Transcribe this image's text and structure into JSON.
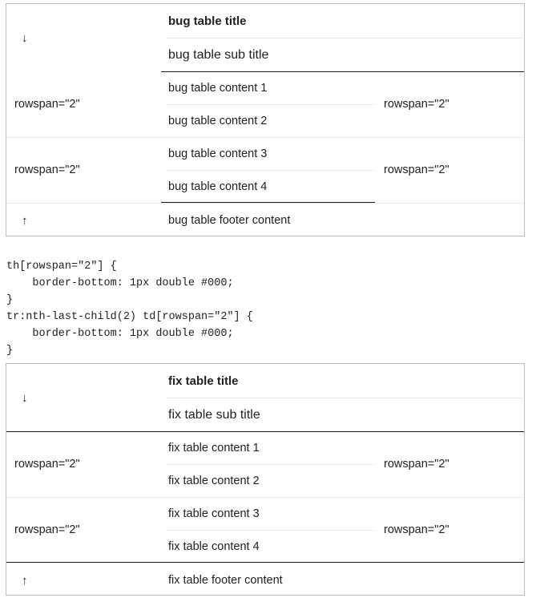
{
  "tables": [
    {
      "variant": "bug",
      "header": {
        "marker_icon": "arrow-down-icon",
        "marker": "↓",
        "title": "bug table title",
        "subtitle": "bug table sub title"
      },
      "groups": [
        {
          "left": "rowspan=\"2\"",
          "lines": [
            "bug table content 1",
            "bug table content 2"
          ],
          "right": "rowspan=\"2\""
        },
        {
          "left": "rowspan=\"2\"",
          "lines": [
            "bug table content 3",
            "bug table content 4"
          ],
          "right": "rowspan=\"2\""
        }
      ],
      "footer": {
        "marker_icon": "arrow-up-icon",
        "marker": "↑",
        "content": "bug table footer content"
      }
    },
    {
      "variant": "fix",
      "header": {
        "marker_icon": "arrow-down-icon",
        "marker": "↓",
        "title": "fix table title",
        "subtitle": "fix table sub title"
      },
      "groups": [
        {
          "left": "rowspan=\"2\"",
          "lines": [
            "fix table content 1",
            "fix table content 2"
          ],
          "right": "rowspan=\"2\""
        },
        {
          "left": "rowspan=\"2\"",
          "lines": [
            "fix table content 3",
            "fix table content 4"
          ],
          "right": "rowspan=\"2\""
        }
      ],
      "footer": {
        "marker_icon": "arrow-up-icon",
        "marker": "↑",
        "content": "fix table footer content"
      }
    }
  ],
  "code": {
    "text": "th[rowspan=\"2\"] {\n    border-bottom: 1px double #000;\n}\ntr:nth-last-child(2) td[rowspan=\"2\"] {\n    border-bottom: 1px double #000;\n}"
  },
  "colors": {
    "dark_rule": "#1a1a1a",
    "light_rule": "#e8eaed",
    "table_border": "#bdbdbd",
    "text": "#202124",
    "background": "#ffffff"
  }
}
